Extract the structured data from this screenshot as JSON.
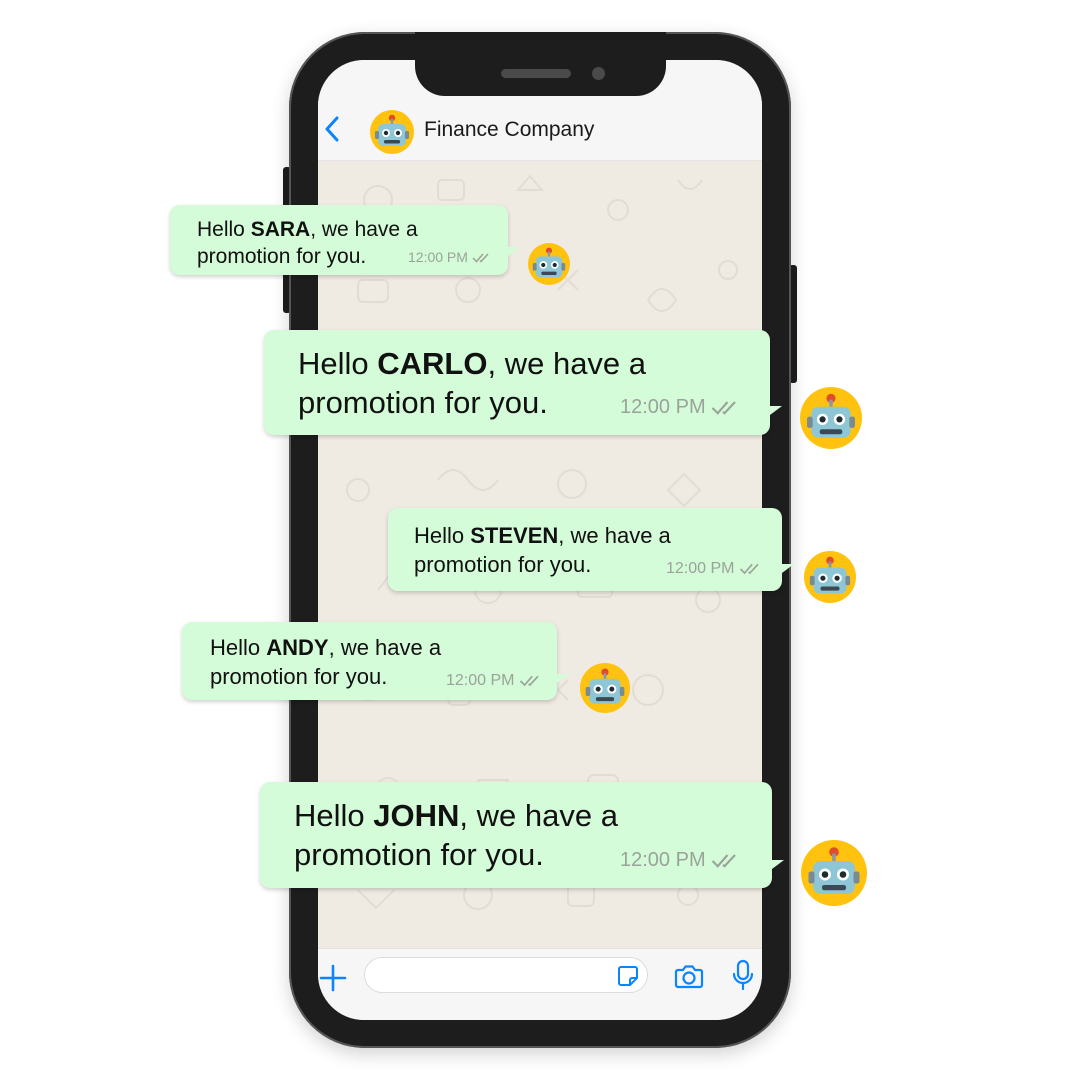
{
  "header": {
    "title": "Finance Company",
    "back_icon": "chevron-left-icon",
    "avatar_icon": "robot-icon"
  },
  "messages": [
    {
      "prefix": "Hello ",
      "name": "SARA",
      "suffix": ", we have a",
      "line2": "promotion for you.",
      "time": "12:00 PM",
      "status_icon": "double-check-icon"
    },
    {
      "prefix": "Hello ",
      "name": "CARLO",
      "suffix": ", we have a",
      "line2": "promotion for you.",
      "time": "12:00 PM",
      "status_icon": "double-check-icon"
    },
    {
      "prefix": "Hello ",
      "name": "STEVEN",
      "suffix": ", we have a",
      "line2": "promotion for you.",
      "time": "12:00 PM",
      "status_icon": "double-check-icon"
    },
    {
      "prefix": "Hello ",
      "name": "ANDY",
      "suffix": ", we have a",
      "line2": "promotion for you.",
      "time": "12:00 PM",
      "status_icon": "double-check-icon"
    },
    {
      "prefix": "Hello ",
      "name": "JOHN",
      "suffix": ", we have a",
      "line2": "promotion for you.",
      "time": "12:00 PM",
      "status_icon": "double-check-icon"
    }
  ],
  "input_bar": {
    "placeholder": "",
    "icons": [
      "plus-icon",
      "sticker-icon",
      "camera-icon",
      "microphone-icon"
    ]
  },
  "colors": {
    "bubble": "#d4fcd8",
    "accent": "#0a84ff",
    "avatar": "#ffc20e",
    "wallpaper": "#efeae2"
  }
}
